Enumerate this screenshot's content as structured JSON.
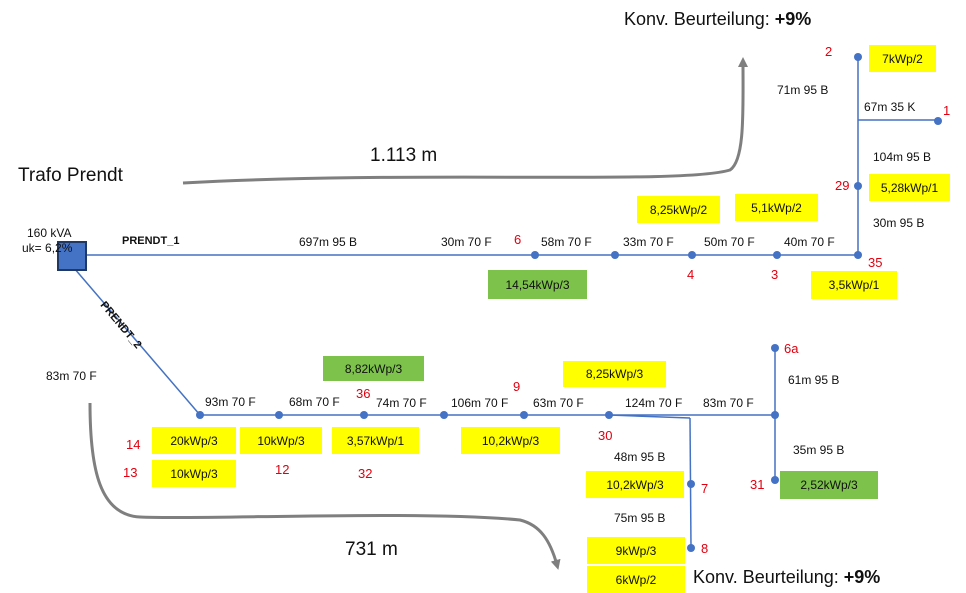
{
  "colors": {
    "line": "#4472c4",
    "node": "#4472c4",
    "node_label": "#e0000f",
    "box_yellow": "#ffff00",
    "box_green": "#7dc24b",
    "arrow": "#7f7f7f",
    "trafo": "#4472c4"
  },
  "title": "Trafo Prendt",
  "trafo": {
    "rating": "160 kVA",
    "uk": "uk= 6,2%"
  },
  "feeders": {
    "f1": "PRENDT_1",
    "f2": "PRENDT_2"
  },
  "distances": {
    "d1": "1.113 m",
    "d2": "731 m"
  },
  "evaluation": {
    "label": "Konv. Beurteilung: ",
    "value": "+9%"
  },
  "segments": {
    "s1": "697m 95 B",
    "s2": "30m 70 F",
    "s3": "58m 70 F",
    "s4": "33m 70 F",
    "s5": "50m 70 F",
    "s6": "40m 70 F",
    "s7": "30m 95 B",
    "s8": "104m 95 B",
    "s9": "67m 35 K",
    "s10": "71m 95 B",
    "s11": "83m 70 F",
    "s12": "93m 70 F",
    "s13": "68m 70 F",
    "s14": "74m 70 F",
    "s15": "106m 70 F",
    "s16": "63m 70 F",
    "s17": "124m 70 F",
    "s18": "83m 70 F",
    "s19": "61m 95 B",
    "s20": "35m 95 B",
    "s21": "48m 95 B",
    "s22": "75m 95 B"
  },
  "nodes": {
    "n1": "1",
    "n2": "2",
    "n29": "29",
    "n35": "35",
    "n3": "3",
    "n4": "4",
    "n6": "6",
    "n36": "36",
    "n9": "9",
    "n30": "30",
    "n14": "14",
    "n13": "13",
    "n12": "12",
    "n32": "32",
    "n7": "7",
    "n8": "8",
    "n31": "31",
    "n6a": "6a"
  },
  "pv": {
    "b1": "7kWp/2",
    "b2": "5,28kWp/1",
    "b3": "8,25kWp/2",
    "b4": "5,1kWp/2",
    "b5": "14,54kWp/3",
    "b6": "3,5kWp/1",
    "b7": "8,82kWp/3",
    "b8": "8,25kWp/3",
    "b9": "20kWp/3",
    "b10": "10kWp/3",
    "b11": "3,57kWp/1",
    "b12": "10,2kWp/3",
    "b13": "10kWp/3",
    "b14": "10,2kWp/3",
    "b15": "9kWp/3",
    "b16": "6kWp/2",
    "b17": "2,52kWp/3"
  }
}
